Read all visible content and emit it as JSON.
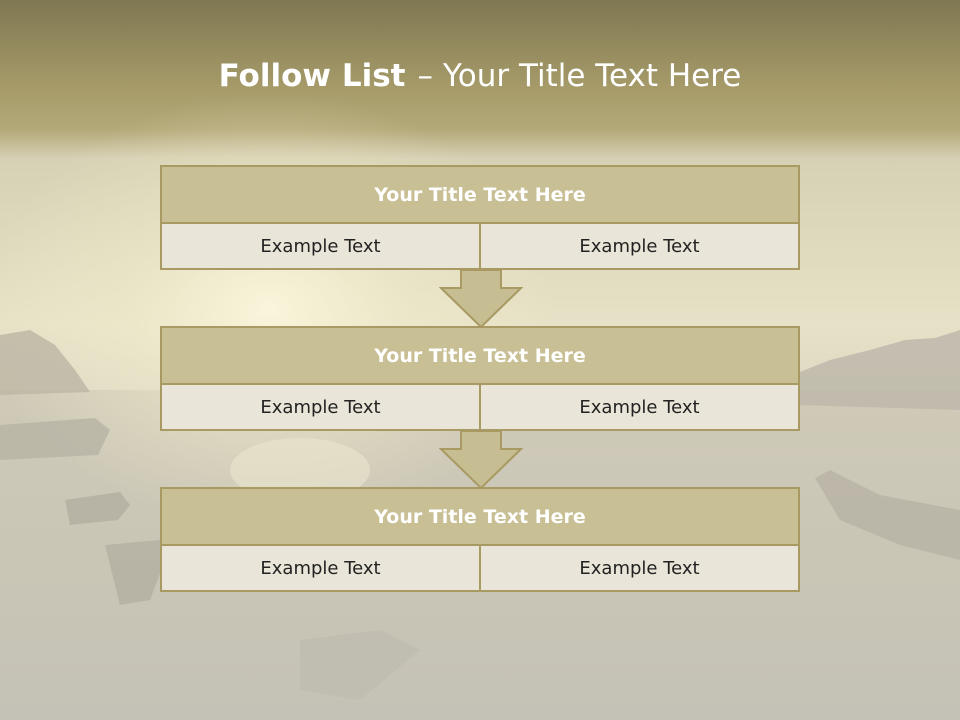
{
  "slide": {
    "title_strong": "Follow List",
    "title_separator": "–",
    "title_rest": "Your Title Text Here"
  },
  "blocks": [
    {
      "title": "Your Title Text Here",
      "cells": [
        "Example Text",
        "Example Text"
      ]
    },
    {
      "title": "Your Title Text Here",
      "cells": [
        "Example Text",
        "Example Text"
      ]
    },
    {
      "title": "Your Title Text Here",
      "cells": [
        "Example Text",
        "Example Text"
      ]
    }
  ],
  "icons": {
    "connector": "down-arrow-icon"
  },
  "colors": {
    "header_fill": "#c9bf95",
    "border": "#a89a62",
    "cell_fill": "#e9e5d8",
    "arrow_fill": "#c7bd93",
    "title_band": "#9a8f5e"
  }
}
